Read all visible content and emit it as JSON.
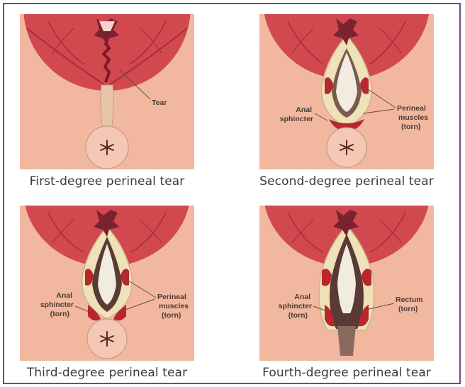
{
  "panels": [
    {
      "caption": "First-degree perineal tear",
      "labels": {
        "tear": "Tear"
      }
    },
    {
      "caption": "Second-degree perineal tear",
      "labels": {
        "sphincter_line1": "Anal",
        "sphincter_line2": "sphincter",
        "muscles_line1": "Perineal",
        "muscles_line2": "muscles",
        "muscles_line3": "(torn)"
      }
    },
    {
      "caption": "Third-degree perineal tear",
      "labels": {
        "sphincter_line1": "Anal",
        "sphincter_line2": "sphincter",
        "sphincter_line3": "(torn)",
        "muscles_line1": "Perineal",
        "muscles_line2": "muscles",
        "muscles_line3": "(torn)"
      }
    },
    {
      "caption": "Fourth-degree perineal tear",
      "labels": {
        "sphincter_line1": "Anal",
        "sphincter_line2": "sphincter",
        "sphincter_line3": "(torn)",
        "rectum_line1": "Rectum",
        "rectum_line2": "(torn)"
      }
    }
  ],
  "colors": {
    "frame": "#6d4a8a",
    "skin": "#f1b89f",
    "vulva": "#d2484f",
    "vulva_dark": "#a82c35",
    "tissue": "#efe1b8",
    "muscle": "#b8262e",
    "caption_text": "#3a3a3a"
  }
}
